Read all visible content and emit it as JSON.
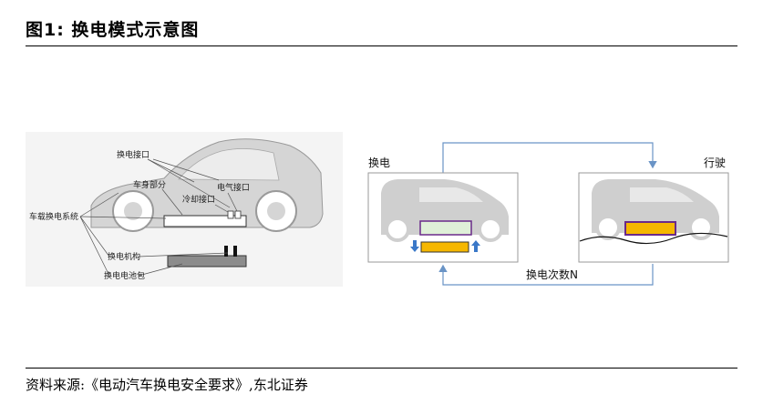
{
  "figure": {
    "title": "图1:  换电模式示意图",
    "source": "资料来源:《电动汽车换电安全要求》,东北证券"
  },
  "left_diagram": {
    "labels": {
      "swap_interface": "换电接口",
      "body_part": "车身部分",
      "electric_interface": "电气接口",
      "cooling_interface": "冷却接口",
      "onboard_system": "车载换电系统",
      "swap_mechanism": "换电机构",
      "battery_pack": "换电电池包"
    }
  },
  "right_diagram": {
    "left_panel_label": "换电",
    "right_panel_label": "行驶",
    "cycle_label": "换电次数N"
  },
  "colors": {
    "battery_fill": "#f5b700",
    "battery_border": "#6a2a8a",
    "arrow_blue": "#3a78c8",
    "flow_line": "#6a94c6",
    "car_gray": "#cfcfcf"
  }
}
